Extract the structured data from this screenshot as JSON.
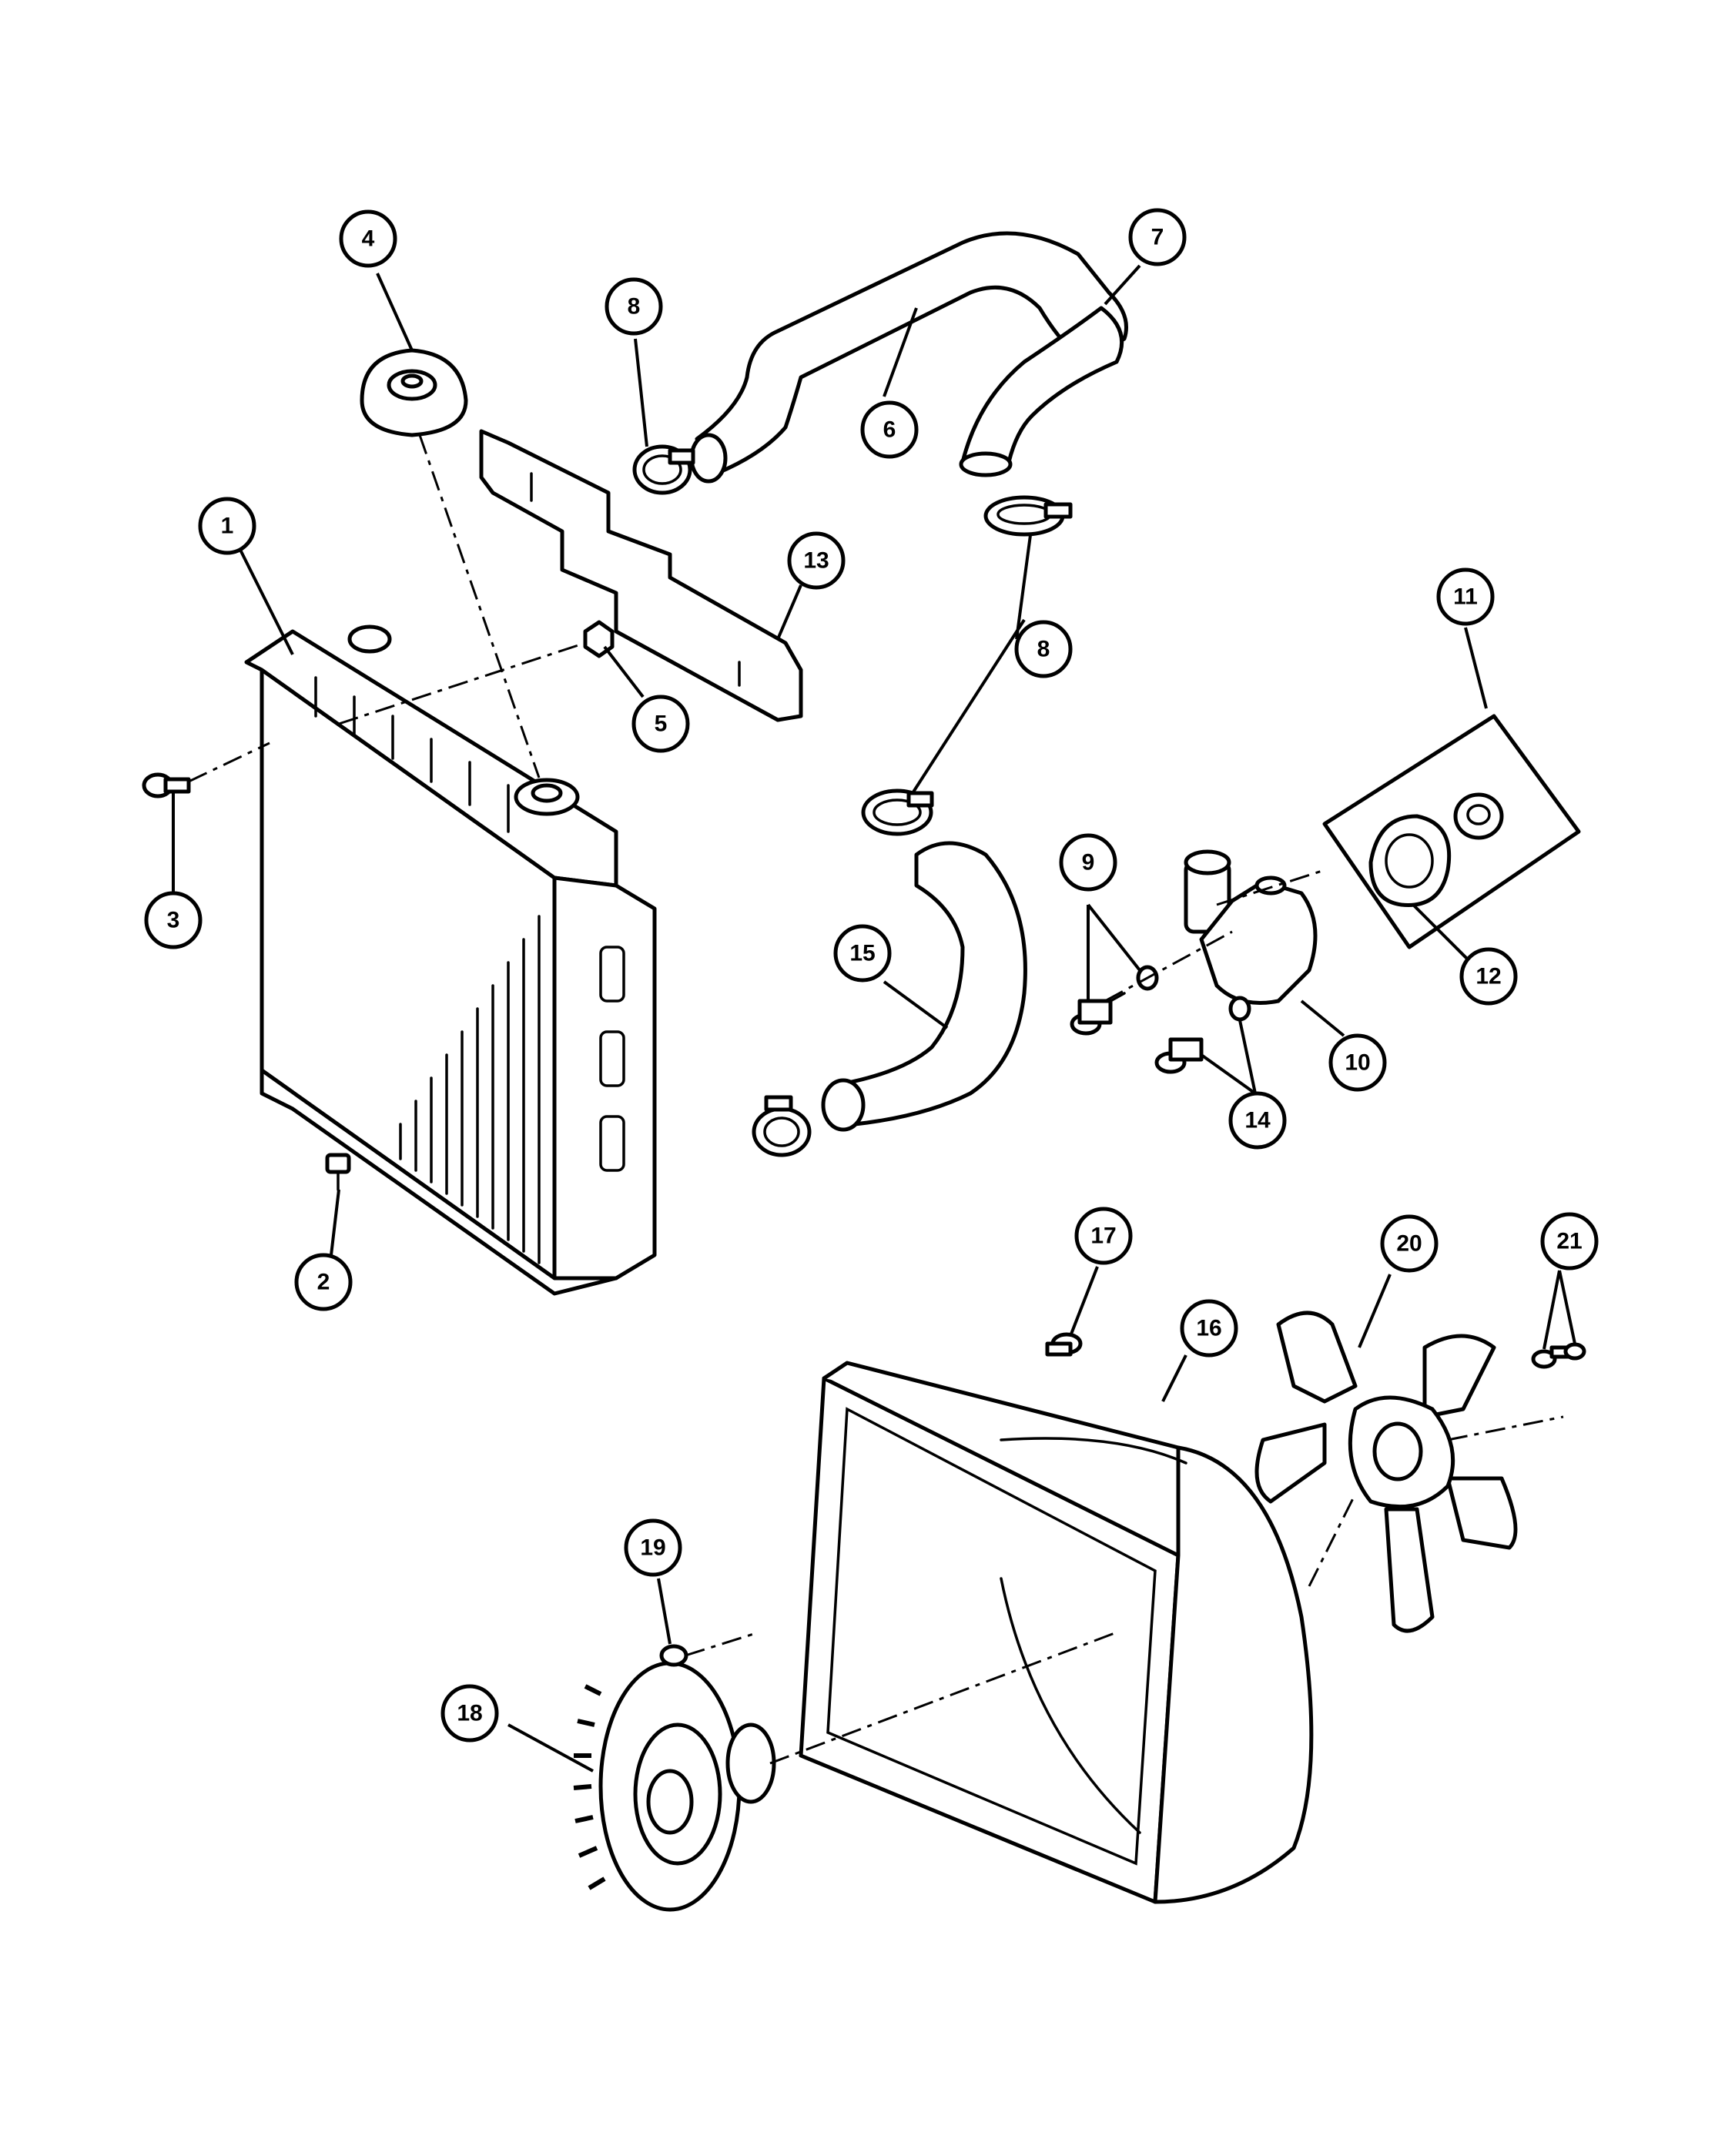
{
  "colors": {
    "ink": "#000000",
    "paper": "#ffffff"
  },
  "callouts": [
    {
      "id": "1",
      "part": "radiator"
    },
    {
      "id": "2",
      "part": "drain-cock"
    },
    {
      "id": "3",
      "part": "radiator-bolt"
    },
    {
      "id": "4",
      "part": "radiator-cap"
    },
    {
      "id": "5",
      "part": "nut"
    },
    {
      "id": "6",
      "part": "upper-hose"
    },
    {
      "id": "7",
      "part": "bypass-hose"
    },
    {
      "id": "8",
      "part": "hose-clamp-upper"
    },
    {
      "id": "8",
      "part": "hose-clamp-lower"
    },
    {
      "id": "9",
      "part": "housing-bolt"
    },
    {
      "id": "10",
      "part": "thermostat-housing"
    },
    {
      "id": "11",
      "part": "thermostat-kit"
    },
    {
      "id": "12",
      "part": "gasket"
    },
    {
      "id": "13",
      "part": "seal"
    },
    {
      "id": "14",
      "part": "bolt-and-washer"
    },
    {
      "id": "15",
      "part": "lower-hose"
    },
    {
      "id": "16",
      "part": "fan-shroud"
    },
    {
      "id": "17",
      "part": "shroud-screw"
    },
    {
      "id": "18",
      "part": "fan-clutch"
    },
    {
      "id": "19",
      "part": "clutch-nut"
    },
    {
      "id": "20",
      "part": "fan-blade"
    },
    {
      "id": "21",
      "part": "fan-bolts"
    }
  ]
}
